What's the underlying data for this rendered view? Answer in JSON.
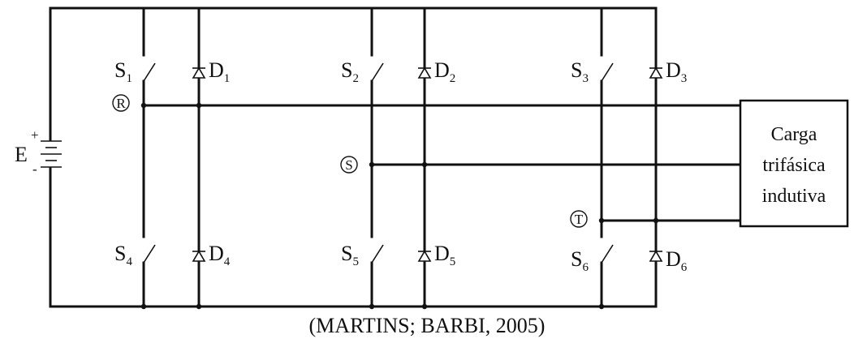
{
  "source": {
    "label": "E",
    "plus": "+",
    "minus": "-"
  },
  "switches": [
    {
      "id": "s1",
      "letter": "S",
      "sub": "1"
    },
    {
      "id": "s2",
      "letter": "S",
      "sub": "2"
    },
    {
      "id": "s3",
      "letter": "S",
      "sub": "3"
    },
    {
      "id": "s4",
      "letter": "S",
      "sub": "4"
    },
    {
      "id": "s5",
      "letter": "S",
      "sub": "5"
    },
    {
      "id": "s6",
      "letter": "S",
      "sub": "6"
    }
  ],
  "diodes": [
    {
      "id": "d1",
      "letter": "D",
      "sub": "1"
    },
    {
      "id": "d2",
      "letter": "D",
      "sub": "2"
    },
    {
      "id": "d3",
      "letter": "D",
      "sub": "3"
    },
    {
      "id": "d4",
      "letter": "D",
      "sub": "4"
    },
    {
      "id": "d5",
      "letter": "D",
      "sub": "5"
    },
    {
      "id": "d6",
      "letter": "D",
      "sub": "6"
    }
  ],
  "nodes": {
    "r": "R",
    "s": "S",
    "t": "T"
  },
  "load": {
    "line1": "Carga",
    "line2": "trifásica",
    "line3": "indutiva"
  },
  "citation": "(MARTINS; BARBI, 2005)"
}
